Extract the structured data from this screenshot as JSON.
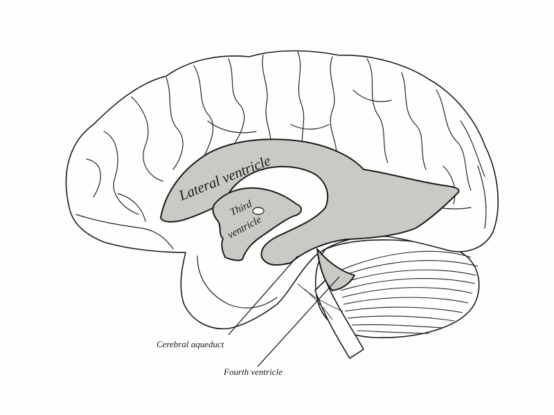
{
  "figure": {
    "subject": "Brain ventricles, lateral view",
    "background_color": "#fdfdfb",
    "ventricle_fill": "#c9c9c6",
    "line_color": "#1a1a1a"
  },
  "internal_labels": {
    "lateral": "Lateral ventricle",
    "third_line1": "Third",
    "third_line2": "ventricle"
  },
  "callouts": [
    {
      "label": "Cerebral aqueduct"
    },
    {
      "label": "Fourth ventricle"
    }
  ]
}
